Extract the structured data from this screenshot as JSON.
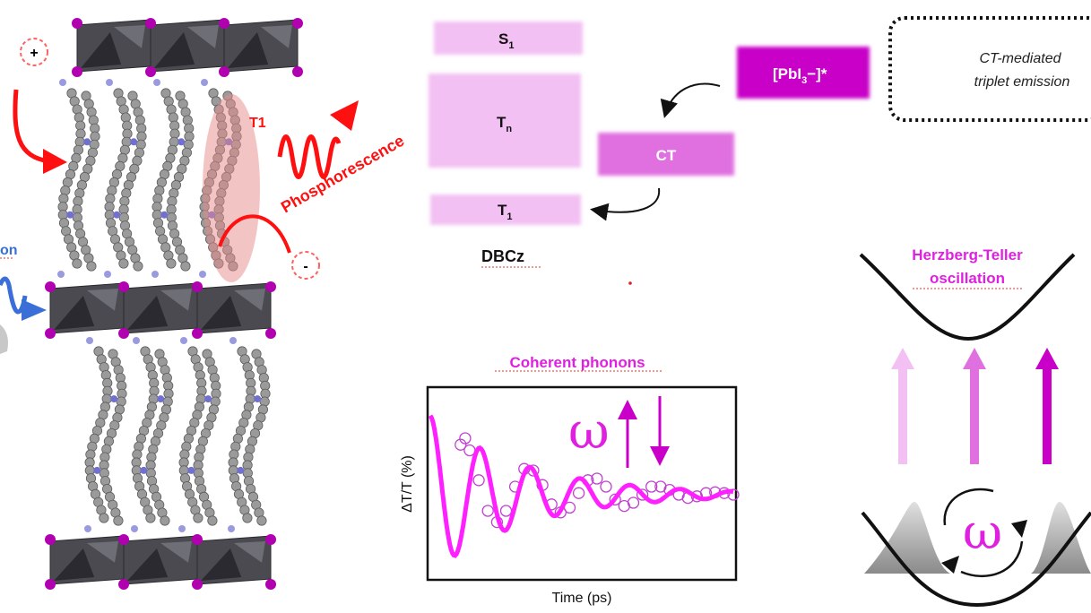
{
  "colors": {
    "accent": "#e020e0",
    "level_light": "#f2c0f2",
    "level_mid": "#e070e0",
    "level_dark": "#c800c8",
    "red": "#ff1010",
    "blue": "#3a6fd8",
    "hl_red": "#e88a8a",
    "octa": "#4a4a50"
  },
  "structure": {
    "plus_label": "+",
    "minus_label": "-",
    "t1_label": "T1",
    "phos_label": "Phosphorescence",
    "partial_left_label": "on"
  },
  "levels": {
    "s1_label": "S1",
    "s1_base": "S",
    "s1_sub": "1",
    "tn_base": "T",
    "tn_sub": "n",
    "t1_base": "T",
    "t1_sub": "1",
    "ct_label": "CT",
    "molecule_label": "DBCz",
    "pbi_prefix": "[PbI",
    "pbi_sub": "3",
    "pbi_suffix": "−]*",
    "ct_box_line1": "CT-mediated",
    "ct_box_line2": "triplet emission"
  },
  "phonons": {
    "title": "Coherent phonons",
    "omega": "ω",
    "xlabel": "Time (ps)",
    "ylabel": "ΔT/T (%)"
  },
  "ht": {
    "title_line1": "Herzberg-Teller",
    "title_line2": "oscillation",
    "omega": "ω"
  },
  "chart_data": {
    "type": "line",
    "title": "Coherent phonons",
    "xlabel": "Time (ps)",
    "ylabel": "ΔT/T (%)",
    "note": "damped oscillation fit with measured points; no tick labels printed",
    "x": [
      0.0,
      0.05,
      0.1,
      0.15,
      0.2,
      0.25,
      0.3,
      0.35,
      0.4,
      0.45,
      0.5,
      0.55,
      0.6,
      0.65,
      0.7,
      0.75,
      0.8,
      0.85,
      0.9,
      0.95,
      1.0
    ],
    "series": [
      {
        "name": "",
        "y": [
          0.95,
          -0.88,
          0.62,
          -0.1,
          -0.32,
          0.36,
          0.1,
          -0.22,
          0.22,
          0.05,
          -0.14,
          0.12,
          0.04,
          -0.08,
          0.07,
          0.03,
          -0.04,
          0.04,
          0.02,
          0.0,
          0.0
        ]
      }
    ],
    "points_x": [
      0.1,
      0.115,
      0.13,
      0.16,
      0.19,
      0.22,
      0.25,
      0.28,
      0.31,
      0.34,
      0.37,
      0.4,
      0.43,
      0.46,
      0.49,
      0.52,
      0.55,
      0.58,
      0.61,
      0.64,
      0.67,
      0.7,
      0.73,
      0.76,
      0.79,
      0.82,
      0.85,
      0.88,
      0.91,
      0.94,
      0.97,
      1.0
    ],
    "points_y": [
      0.62,
      0.7,
      0.55,
      0.18,
      -0.2,
      -0.34,
      -0.2,
      0.1,
      0.32,
      0.3,
      0.12,
      -0.12,
      -0.22,
      -0.16,
      0.02,
      0.18,
      0.2,
      0.1,
      -0.06,
      -0.14,
      -0.1,
      0.0,
      0.1,
      0.1,
      0.06,
      0.0,
      -0.04,
      -0.02,
      0.02,
      0.03,
      0.02,
      0.0
    ]
  }
}
